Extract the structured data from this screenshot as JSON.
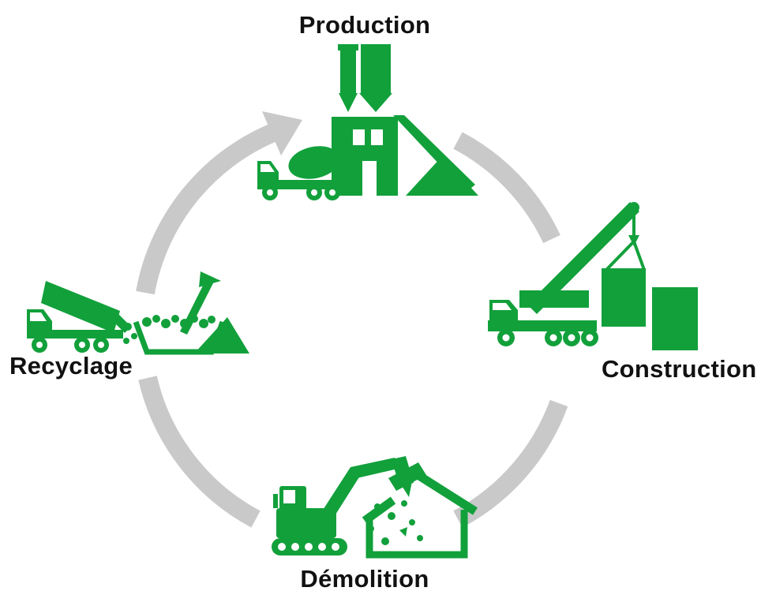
{
  "diagram": {
    "type": "cycle",
    "direction": "clockwise",
    "nodes": [
      {
        "id": "production",
        "label": "Production",
        "position": "top",
        "icon": "concrete-plant-and-mixer-truck-icon"
      },
      {
        "id": "construction",
        "label": "Construction",
        "position": "right",
        "icon": "mobile-crane-lifting-blocks-icon"
      },
      {
        "id": "demolition",
        "label": "Démolition",
        "position": "bottom",
        "icon": "excavator-demolishing-house-icon"
      },
      {
        "id": "recyclage",
        "label": "Recyclage",
        "position": "left",
        "icon": "dump-truck-unloading-rubble-icon"
      }
    ],
    "edges": [
      {
        "from": "recyclage",
        "to": "production",
        "arrowhead": true
      },
      {
        "from": "production",
        "to": "construction",
        "arrowhead": false
      },
      {
        "from": "construction",
        "to": "demolition",
        "arrowhead": false
      },
      {
        "from": "demolition",
        "to": "recyclage",
        "arrowhead": false
      }
    ],
    "colors": {
      "icon_green": "#12A03B",
      "arrow_gray": "#C9C9C9",
      "label_text": "#111111",
      "background": "#FFFFFF"
    }
  }
}
